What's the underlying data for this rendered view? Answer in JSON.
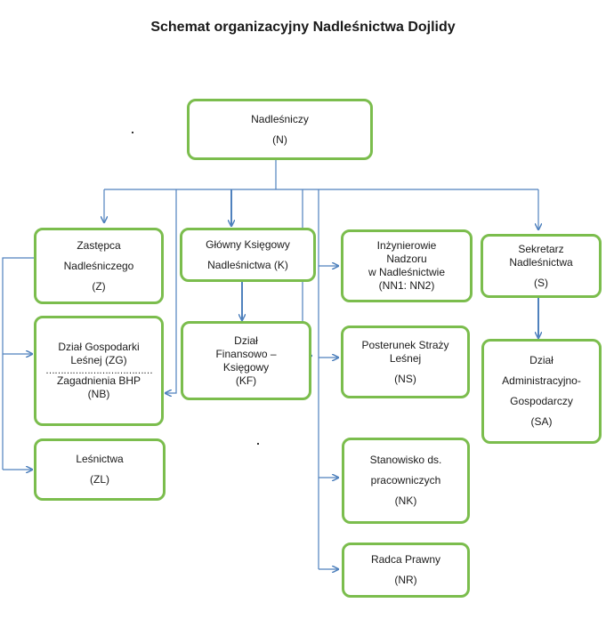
{
  "title": "Schemat organizacyjny Nadleśnictwa Dojlidy",
  "colors": {
    "box_border": "#7bbd4d",
    "connector": "#4f81bd"
  },
  "nodes": {
    "n": {
      "line1": "Nadleśniczy",
      "line2": "(N)"
    },
    "zl_dep": {
      "line1": "Zastępca",
      "line2": "Nadleśniczego",
      "line3": "(Z)"
    },
    "k": {
      "line1": "Główny Księgowy",
      "line2": "Nadleśnictwa (K)"
    },
    "nn": {
      "line1": "Inżynierowie",
      "line2": "Nadzoru",
      "line3": "w Nadleśnictwie",
      "line4": "(NN1: NN2)"
    },
    "s": {
      "line1": "Sekretarz",
      "line2": "Nadleśnictwa",
      "line3": "(S)"
    },
    "zg": {
      "line1": "Dział Gospodarki",
      "line2": "Leśnej  (ZG)",
      "separator": "………………………………",
      "line3": "Zagadnienia BHP",
      "line4": "(NB)"
    },
    "kf": {
      "line1": "Dział",
      "line2": "Finansowo –",
      "line3": "Księgowy",
      "line4": "(KF)"
    },
    "ns": {
      "line1": "Posterunek Straży",
      "line2": "Leśnej",
      "line3": "(NS)"
    },
    "sa": {
      "line1": "Dział",
      "line2": "Administracyjno-",
      "line3": "Gospodarczy",
      "line4": "(SA)"
    },
    "zlf": {
      "line1": "Leśnictwa",
      "line2": "(ZL)"
    },
    "nk": {
      "line1": "Stanowisko ds.",
      "line2": "pracowniczych",
      "line3": "(NK)"
    },
    "nr": {
      "line1": "Radca Prawny",
      "line2": "(NR)"
    }
  }
}
